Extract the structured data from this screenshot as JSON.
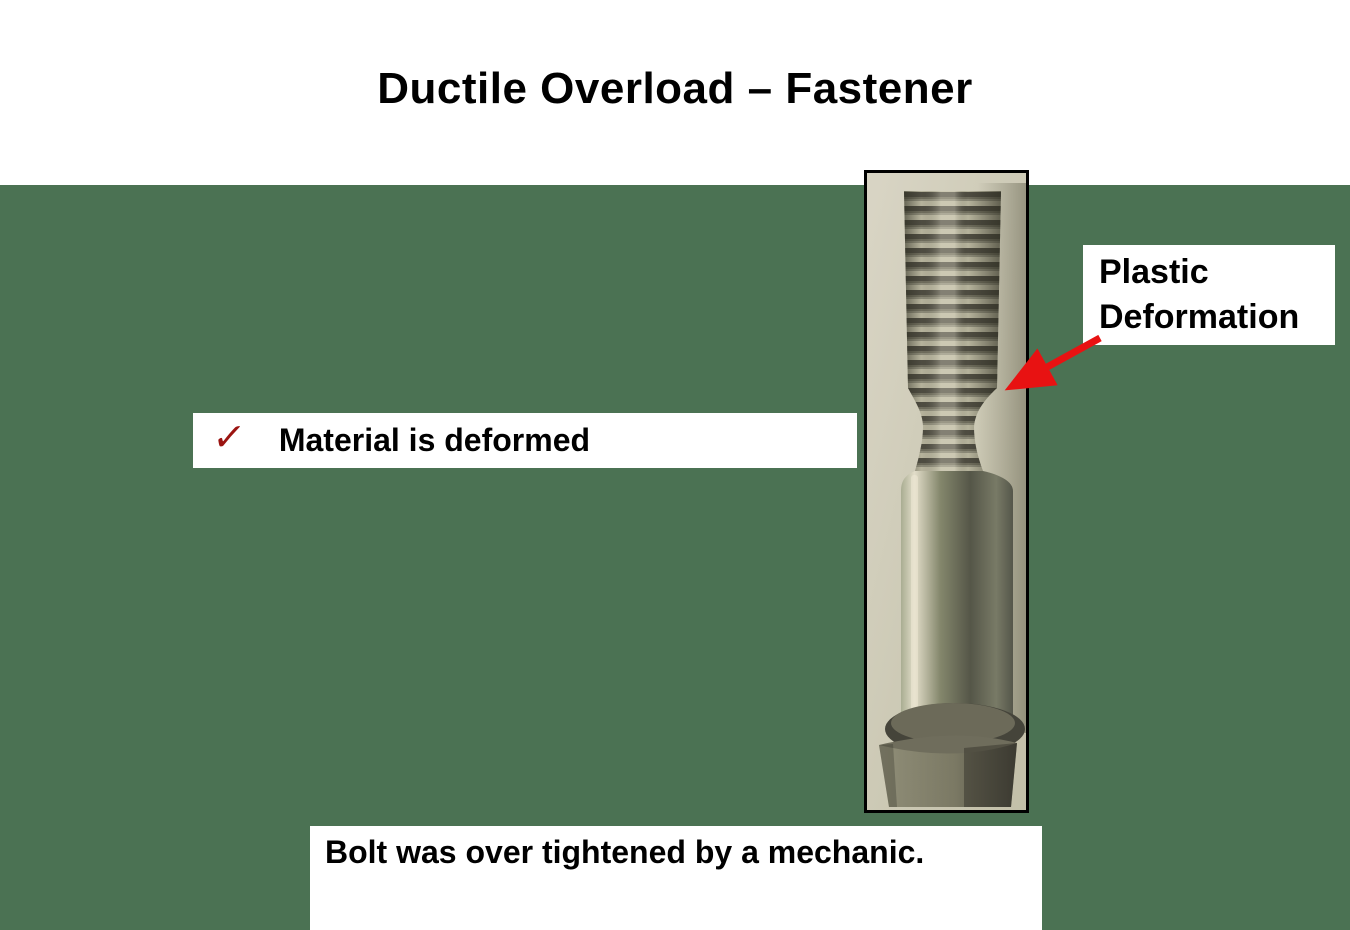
{
  "slide": {
    "title": "Ductile Overload – Fastener",
    "colors": {
      "background_green": "#4b7253",
      "arrow_red": "#e81212",
      "check_red": "#9b1411",
      "text_black": "#000000",
      "box_white": "#ffffff",
      "photo_border": "#000000"
    },
    "bullet": {
      "marker": "✓",
      "label": "Material is deformed"
    },
    "callout": {
      "lines": [
        "Plastic",
        "Deformation"
      ]
    },
    "caption": {
      "label": "Bolt was over tightened by a mechanic."
    },
    "photo": {
      "icon": "deformed-bolt-photo"
    }
  }
}
